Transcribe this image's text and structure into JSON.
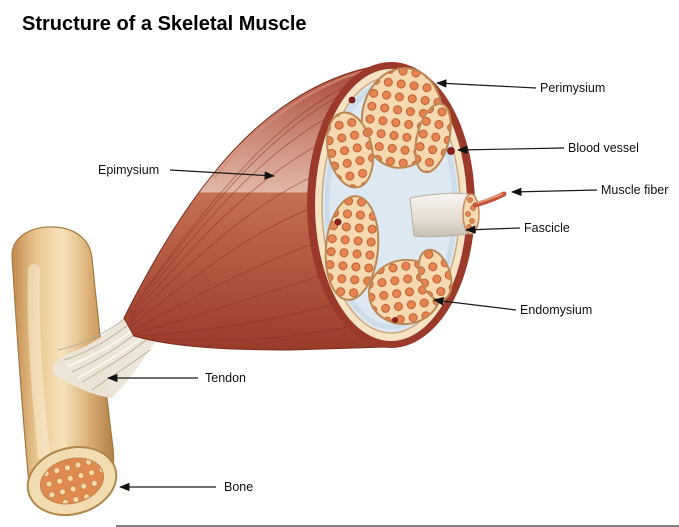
{
  "title": "Structure of a Skeletal Muscle",
  "labels": {
    "epimysium": "Epimysium",
    "perimysium": "Perimysium",
    "blood_vessel": "Blood vessel",
    "muscle_fiber": "Muscle fiber",
    "fascicle": "Fascicle",
    "endomysium": "Endomysium",
    "tendon": "Tendon",
    "bone": "Bone"
  },
  "colors": {
    "muscle_red": "#b0492f",
    "muscle_dark": "#8c3322",
    "cross_section_rim": "#9c3a2a",
    "epimysium_cream": "#f6e3c4",
    "perimysium_blue": "#dce9f2",
    "fascicle_cream": "#f6d9b0",
    "fiber_orange": "#e8854e",
    "blood_vessel_red": "#8e1f1f",
    "tendon_white": "#ebe4d7",
    "bone_tan": "#e7c28a",
    "background": "#ffffff",
    "label_text": "#111111"
  }
}
